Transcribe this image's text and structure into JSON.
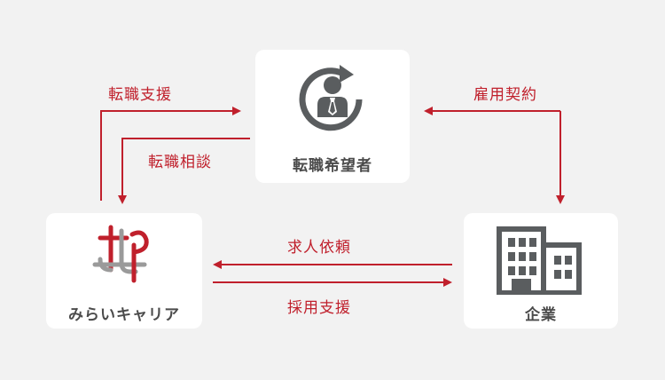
{
  "nodes": {
    "seeker": {
      "label": "転職希望者",
      "icon": "person-cycle-icon"
    },
    "mirai": {
      "label": "みらいキャリア",
      "icon": "mirai-career-logo"
    },
    "company": {
      "label": "企業",
      "icon": "building-icon"
    }
  },
  "edges": {
    "support": "転職支援",
    "consult": "転職相談",
    "contract": "雇用契約",
    "request": "求人依頼",
    "hiring_support": "採用支援"
  },
  "colors": {
    "arrow": "#c0202c",
    "node_text": "#4b4b4b",
    "icon": "#5a5d5f",
    "background": "#f2f2f2"
  }
}
